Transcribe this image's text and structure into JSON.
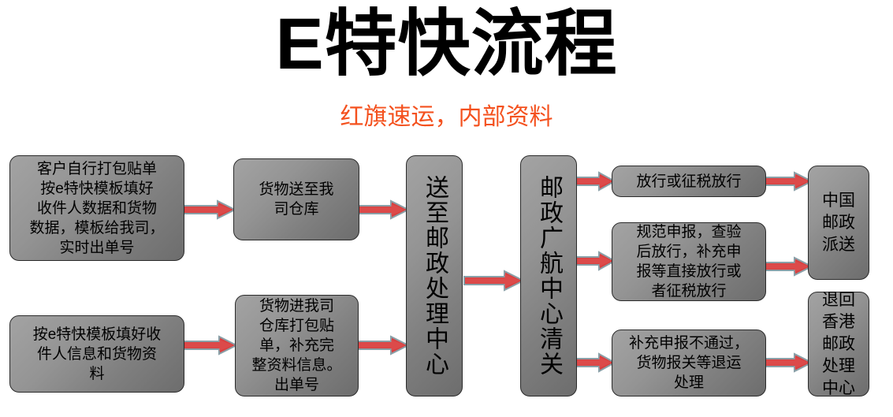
{
  "header": {
    "title": "E特快流程",
    "subtitle": "红旗速运，内部资料",
    "title_color": "#000000",
    "subtitle_color": "#f4511e"
  },
  "theme": {
    "box_fill_light": "#a3a3a3",
    "box_fill_dark": "#6d6d6d",
    "box_border": "#2b2b2b",
    "arrow_fill": "#d84040",
    "arrow_outline": "#8aa0a8",
    "background": "#ffffff"
  },
  "chart_data": {
    "type": "diagram",
    "title": "E特快流程",
    "subtitle": "红旗速运，内部资料",
    "nodes": [
      {
        "id": "n1",
        "label": "客户自行打包贴单\n按e特快模板填好\n收件人数据和货物\n数据，模板给我司，\n实时出单号",
        "orientation": "horizontal"
      },
      {
        "id": "n2",
        "label": "货物送至我\n司仓库",
        "orientation": "horizontal"
      },
      {
        "id": "n3",
        "label": "送至邮政处理中心",
        "orientation": "vertical"
      },
      {
        "id": "n4",
        "label": "邮政广航中心清关",
        "orientation": "vertical"
      },
      {
        "id": "n5",
        "label": "放行或征税放行",
        "orientation": "horizontal"
      },
      {
        "id": "n6",
        "label": "规范申报，查验\n后放行，补充申\n报等直接放行或\n者征税放行",
        "orientation": "horizontal"
      },
      {
        "id": "n7",
        "label": "补充申报不通过，\n货物报关等退运\n处理",
        "orientation": "horizontal"
      },
      {
        "id": "n8",
        "label": "中国\n邮政\n派送",
        "orientation": "stacked"
      },
      {
        "id": "n9",
        "label": "退回\n香港\n邮政\n处理\n中心",
        "orientation": "stacked"
      },
      {
        "id": "n10",
        "label": "按e特快模板填好收\n件人信息和货物资\n料",
        "orientation": "horizontal"
      },
      {
        "id": "n11",
        "label": "货物进我司\n仓库打包贴\n单，补充完\n整资料信息。\n出单号",
        "orientation": "horizontal"
      }
    ],
    "edges": [
      {
        "from": "n1",
        "to": "n2"
      },
      {
        "from": "n2",
        "to": "n3"
      },
      {
        "from": "n3",
        "to": "n4"
      },
      {
        "from": "n4",
        "to": "n5"
      },
      {
        "from": "n4",
        "to": "n6"
      },
      {
        "from": "n4",
        "to": "n7"
      },
      {
        "from": "n5",
        "to": "n8"
      },
      {
        "from": "n6",
        "to": "n8"
      },
      {
        "from": "n7",
        "to": "n9"
      },
      {
        "from": "n10",
        "to": "n11"
      },
      {
        "from": "n11",
        "to": "n3"
      }
    ]
  },
  "nodes": {
    "n1": "客户自行打包贴单\n按e特快模板填好\n收件人数据和货物\n数据，模板给我司，\n实时出单号",
    "n2": "货物送至我\n司仓库",
    "n3": "送至邮政处理中心",
    "n4": "邮政广航中心清关",
    "n5": "放行或征税放行",
    "n6": "规范申报，查验\n后放行，补充申\n报等直接放行或\n者征税放行",
    "n7": "补充申报不通过，\n货物报关等退运\n处理",
    "n8": "中国\n邮政\n派送",
    "n9": "退回\n香港\n邮政\n处理\n中心",
    "n10": "按e特快模板填好收\n件人信息和货物资\n料",
    "n11": "货物进我司\n仓库打包贴\n单，补充完\n整资料信息。\n出单号"
  }
}
